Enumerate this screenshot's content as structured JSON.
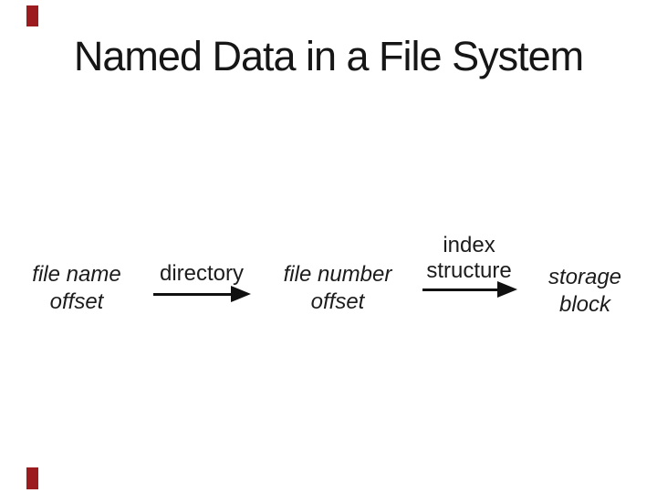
{
  "slide": {
    "title": "Named Data in a File System",
    "accent_color": "#9b1b1e",
    "background_color": "#ffffff",
    "text_color": "#1a1a1a"
  },
  "diagram": {
    "nodes": [
      {
        "line1": "file name",
        "line2": "offset"
      },
      {
        "line1": "file number",
        "line2": "offset"
      },
      {
        "line1": "storage",
        "line2": "block"
      }
    ],
    "arrows": [
      {
        "label": "directory"
      },
      {
        "label_top": "index",
        "label_bottom": "structure"
      }
    ]
  }
}
